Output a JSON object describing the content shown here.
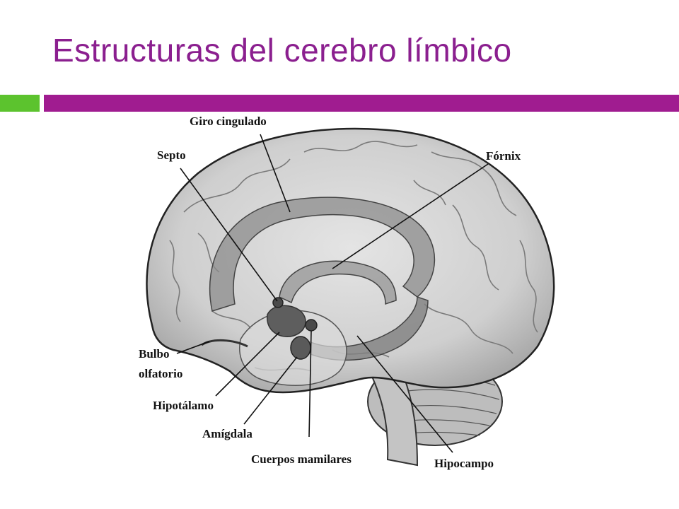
{
  "slide": {
    "title": "Estructuras del cerebro límbico"
  },
  "colors": {
    "title": "#8B1F8F",
    "accent_green": "#5CC32E",
    "accent_purple": "#A01C90",
    "brain_fill": "#D6D6D6",
    "limbic_fill": "#8A8A8A",
    "ink": "#1A1A1A"
  },
  "labels": {
    "giro_cingulado": "Giro cingulado",
    "septo": "Septo",
    "fornix": "Fórnix",
    "bulbo_line1": "Bulbo",
    "bulbo_line2": "olfatorio",
    "hipotalamo": "Hipotálamo",
    "amigdala": "Amígdala",
    "cuerpos_mamilares": "Cuerpos mamilares",
    "hipocampo": "Hipocampo"
  },
  "icons": {
    "brain": "brain-illustration"
  }
}
